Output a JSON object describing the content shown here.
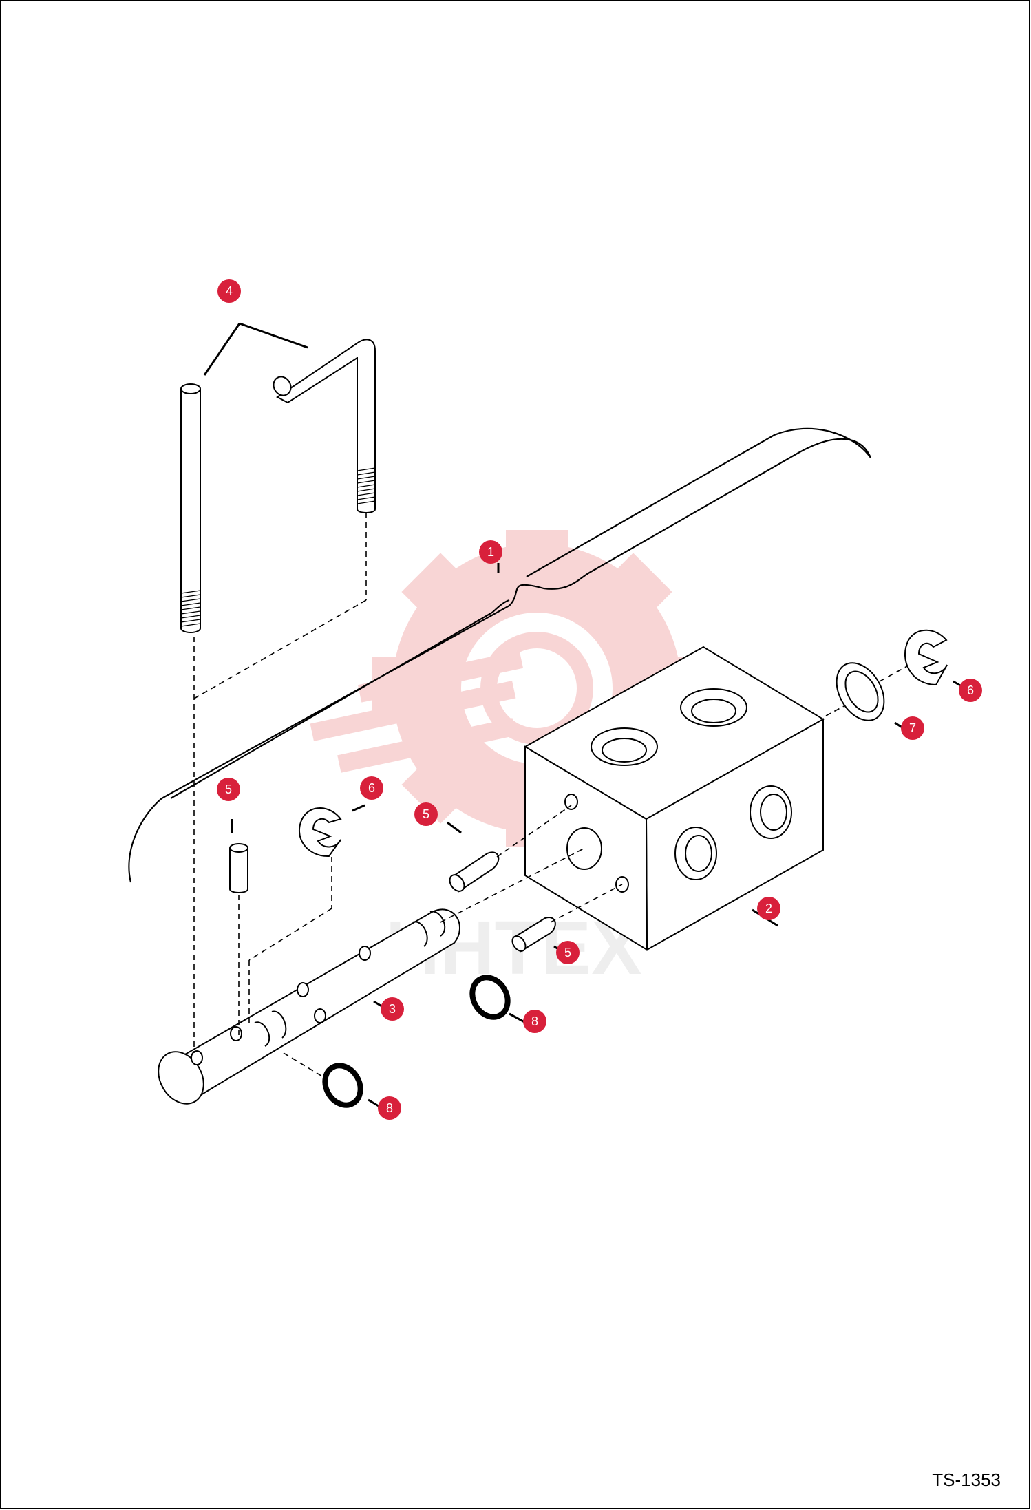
{
  "drawing_code": "TS-1353",
  "watermark_text": "ИНТЕХ",
  "colors": {
    "callout": "#d8203b",
    "watermark": "#e8a0a0",
    "line": "#000000"
  },
  "callouts": [
    {
      "label": "1",
      "part": "hydraulic-hose"
    },
    {
      "label": "2",
      "part": "valve-block"
    },
    {
      "label": "3",
      "part": "spool-shaft"
    },
    {
      "label": "4",
      "part": "rod-and-j-bolt"
    },
    {
      "label": "5",
      "part": "dowel-pin"
    },
    {
      "label": "5",
      "part": "dowel-pin"
    },
    {
      "label": "5",
      "part": "dowel-pin"
    },
    {
      "label": "6",
      "part": "e-clip"
    },
    {
      "label": "6",
      "part": "e-clip"
    },
    {
      "label": "7",
      "part": "washer"
    },
    {
      "label": "8",
      "part": "o-ring"
    },
    {
      "label": "8",
      "part": "o-ring"
    }
  ]
}
